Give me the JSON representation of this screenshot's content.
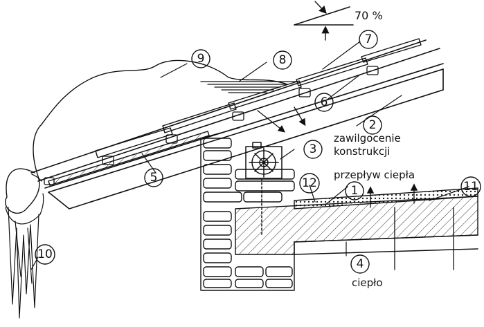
{
  "slope": "70 %",
  "labels": {
    "dampness_line1": "zawilgocenie",
    "dampness_line2": "konstrukcji",
    "heat_flow": "przepływ ciepła",
    "warm": "ciepło"
  },
  "markers": [
    "1",
    "2",
    "3",
    "4",
    "5",
    "6",
    "7",
    "8",
    "9",
    "10",
    "11",
    "12"
  ]
}
